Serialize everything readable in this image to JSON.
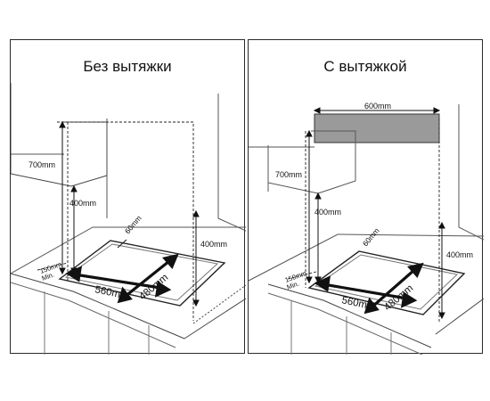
{
  "panels": [
    {
      "title": "Без вытяжки",
      "dims": {
        "cabinet_height": "700mm",
        "side_clearance_left": "400mm",
        "side_clearance_right": "400mm",
        "back_gap": "60mm",
        "front_min": "150mm",
        "front_min_word": "Min.",
        "cutout_width": "560mm",
        "cutout_depth": "480mm"
      }
    },
    {
      "title": "С вытяжкой",
      "dims": {
        "hood_width": "600mm",
        "cabinet_height": "700mm",
        "side_clearance_left": "400mm",
        "side_clearance_right": "400mm",
        "back_gap": "60mm",
        "front_min": "150mm",
        "front_min_word": "Min.",
        "cutout_width": "560mm",
        "cutout_depth": "480mm"
      }
    }
  ]
}
